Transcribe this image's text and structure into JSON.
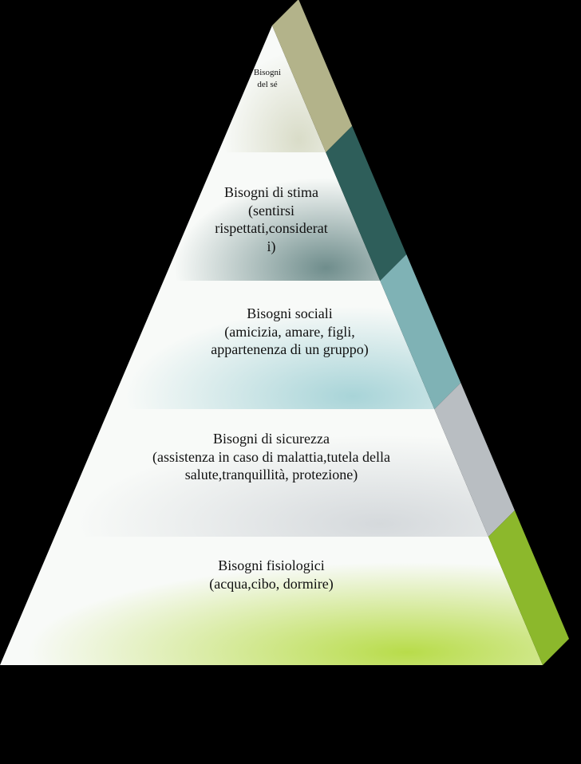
{
  "levels": [
    {
      "title": "Bisogni",
      "lines": [
        "Bisogni",
        "del sé"
      ],
      "side_color": "#b3b38a",
      "tint": "#d9dcc8"
    },
    {
      "title": "Bisogni di stima",
      "lines": [
        "Bisogni di stima",
        "(sentirsi",
        "rispettati,considerat",
        "i)"
      ],
      "side_color": "#2e5e5a",
      "tint": "#6f8d8c"
    },
    {
      "title": "Bisogni sociali",
      "lines": [
        "Bisogni sociali",
        "(amicizia, amare, figli,",
        "appartenenza di un gruppo)"
      ],
      "side_color": "#7fb2b5",
      "tint": "#a8d4d8"
    },
    {
      "title": "Bisogni di sicurezza",
      "lines": [
        "Bisogni di sicurezza",
        "(assistenza in caso di malattia,tutela della",
        "salute,tranquillità, protezione)"
      ],
      "side_color": "#b9bec2",
      "tint": "#d5d9dc"
    },
    {
      "title": "Bisogni fisiologici",
      "lines": [
        "Bisogni fisiologici",
        "(acqua,cibo, dormire)"
      ],
      "side_color": "#8cb82c",
      "tint": "#b8dc4a"
    }
  ]
}
